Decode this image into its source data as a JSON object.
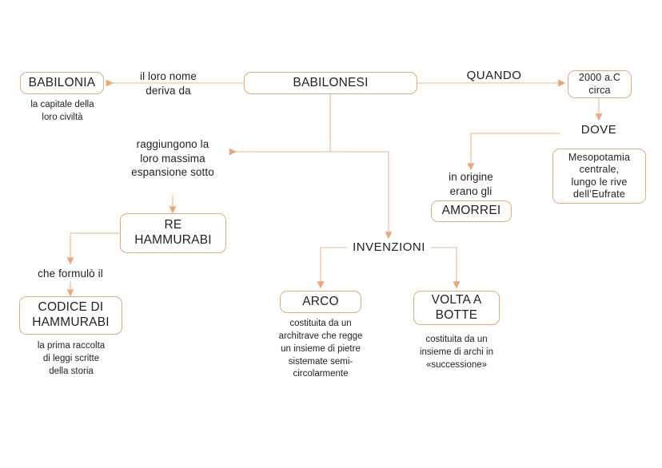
{
  "diagram": {
    "title": "Babilonesi concept map",
    "accent_color": "#e8a87c",
    "text_color": "#231f20",
    "background": "#ffffff"
  },
  "nodes": {
    "babilonia": "BABILONIA",
    "babilonesi": "BABILONESI",
    "anno": "2000 a.C\ncirca",
    "mesopotamia": "Mesopotamia\ncentrale,\nlungo le rive\ndell’Eufrate",
    "amorrei": "AMORREI",
    "re_hammurabi": "RE\nHAMMURABI",
    "codice": "CODICE DI\nHAMMURABI",
    "arco": "ARCO",
    "volta": "VOLTA A\nBOTTE"
  },
  "labels": {
    "deriva": "il loro nome\nderiva da",
    "quando": "QUANDO",
    "dove": "DOVE",
    "origine": "in origine\nerano gli",
    "espansione": "raggiungono la\nloro massima\nespansione sotto",
    "formulo": "che formulò il",
    "invenzioni": "INVENZIONI"
  },
  "captions": {
    "babilonia": "la capitale della\nloro civiltà",
    "codice": "la prima raccolta\ndi leggi scritte\ndella storia",
    "arco": "costituita da un\narchitrave che regge\nun insieme di pietre\nsistemate semi-\ncircolarmente",
    "volta": "costituita da un\ninsieme di archi in\n«successione»"
  }
}
